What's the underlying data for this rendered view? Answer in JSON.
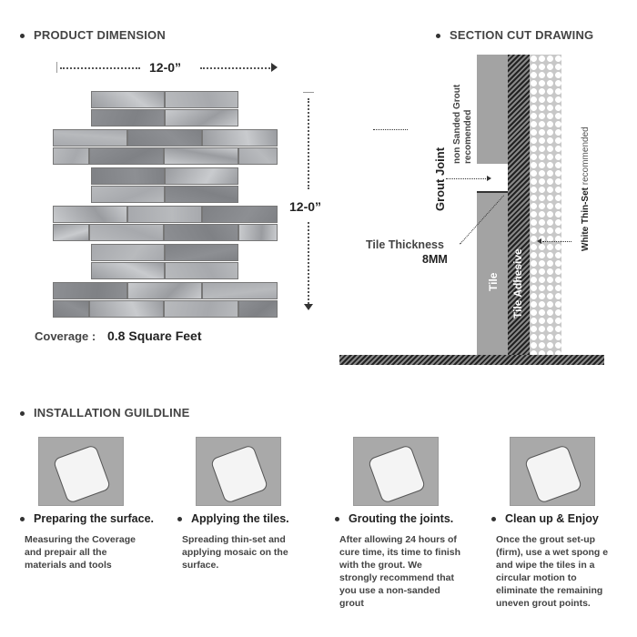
{
  "product_dimension": {
    "heading": "PRODUCT DIMENSION",
    "width_label": "12-0”",
    "height_label": "12-0”",
    "coverage_label": "Coverage :",
    "coverage_value": "0.8 Square Feet"
  },
  "section_cut": {
    "heading": "SECTION CUT DRAWING",
    "grout_joint": "Grout Joint",
    "grout_note_1": "non Sanded Grout",
    "grout_note_2": "recomended",
    "thickness_label": "Tile Thickness",
    "thickness_value": "8MM",
    "tile": "Tile",
    "adhesive": "Tile Adhesive",
    "thinset_bold": "White Thin-Set",
    "thinset_rest": " recommended"
  },
  "installation": {
    "heading": "INSTALLATION GUILDLINE",
    "steps": [
      {
        "title": "Preparing the surface.",
        "text": "Measuring the Coverage and prepair all the materials and tools",
        "icon": "measuring-roll-icon"
      },
      {
        "title": "Applying the tiles.",
        "text": "Spreading thin-set and applying mosaic on the surface.",
        "icon": "trowel-icon"
      },
      {
        "title": "Grouting the joints.",
        "text": "After allowing 24 hours of cure time, its time to finish with the grout. We strongly recommend that you use a non-sanded grout",
        "icon": "grout-float-icon"
      },
      {
        "title": "Clean up & Enjoy",
        "text": "Once the grout set-up (firm), use a wet spong e and wipe the tiles in  a circular motion to eliminate the remaining uneven grout points.",
        "icon": "sponge-icon"
      }
    ]
  }
}
